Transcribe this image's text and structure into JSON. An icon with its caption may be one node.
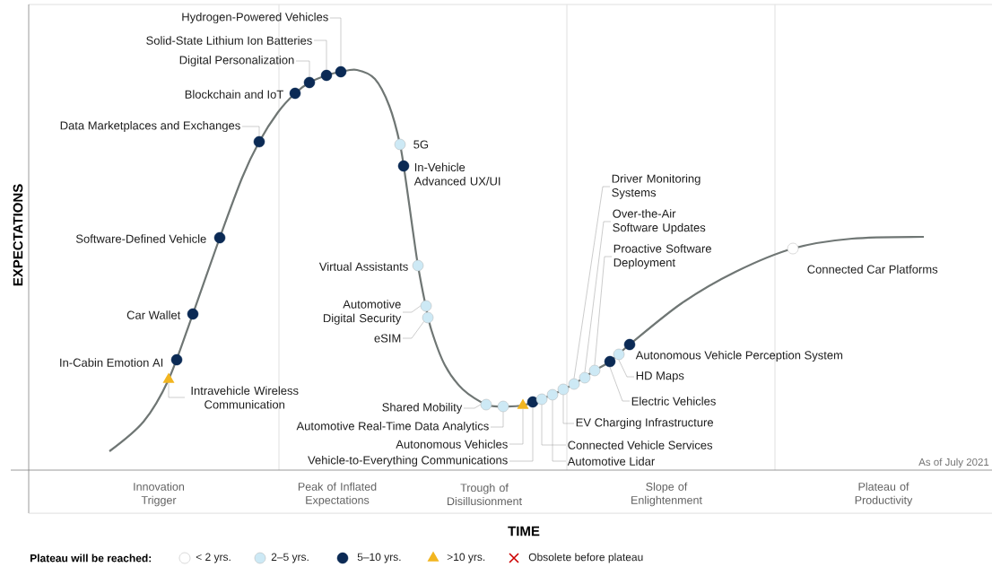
{
  "diagram": {
    "nodes": [
      {
        "text": [
          "Intravehicle Wireless Communication"
        ]
      },
      {
        "text": [],
        "shape": "triangle"
      },
      {
        "text": [
          "In-Cabin Emotion AI"
        ]
      },
      {
        "text": [],
        "shape": "circle"
      },
      {
        "text": [
          "Car Wallet"
        ]
      },
      {
        "text": [],
        "shape": "circle"
      },
      {
        "text": [
          "Software-Defined Vehicle"
        ]
      },
      {
        "text": [],
        "shape": "circle"
      },
      {
        "text": [
          "Data Marketplaces and Exchanges"
        ]
      },
      {
        "text": [],
        "shape": "circle"
      },
      {
        "text": [
          "Blockchain and IoT"
        ]
      },
      {
        "text": [],
        "shape": "circle"
      },
      {
        "text": [
          "Digital Personalization"
        ]
      },
      {
        "text": [],
        "shape": "circle"
      },
      {
        "text": [
          "Solid-State Lithium Ion Batteries"
        ]
      },
      {
        "text": [],
        "shape": "circle"
      },
      {
        "text": [
          "Hydrogen-Powered Vehicles"
        ]
      },
      {
        "text": [],
        "shape": "circle"
      },
      {
        "text": [
          "5G"
        ]
      },
      {
        "text": [],
        "shape": "circle"
      },
      {
        "text": [
          "In-Vehicle Advanced UX/UI"
        ]
      },
      {
        "text": [],
        "shape": "circle"
      },
      {
        "text": [
          "Virtual Assistants"
        ]
      },
      {
        "text": [],
        "shape": "circle"
      },
      {
        "text": [
          "Automotive Digital Security"
        ]
      },
      {
        "text": [],
        "shape": "circle"
      },
      {
        "text": [
          "eSIM"
        ]
      },
      {
        "text": [],
        "shape": "circle"
      },
      {
        "text": [
          "Shared Mobility"
        ]
      },
      {
        "text": [],
        "shape": "circle"
      },
      {
        "text": [
          "Automotive Real-Time Data Analytics"
        ]
      },
      {
        "text": [],
        "shape": "circle"
      },
      {
        "text": [
          "Autonomous Vehicles"
        ]
      },
      {
        "text": [],
        "shape": "triangle"
      },
      {
        "text": [
          "Vehicle-to-Everything Communications"
        ]
      },
      {
        "text": [],
        "shape": "circle"
      },
      {
        "text": [
          "Connected Vehicle Services"
        ]
      },
      {
        "text": [],
        "shape": "circle"
      },
      {
        "text": [
          "Automotive Lidar"
        ]
      },
      {
        "text": [],
        "shape": "circle"
      },
      {
        "text": [
          "EV Charging Infrastructure"
        ]
      },
      {
        "text": [],
        "shape": "circle"
      },
      {
        "text": [
          "Driver Monitoring Systems"
        ]
      },
      {
        "text": [],
        "shape": "circle"
      },
      {
        "text": [
          "Over-the-Air Software Updates"
        ]
      },
      {
        "text": [],
        "shape": "circle"
      },
      {
        "text": [
          "Proactive Software Deployment"
        ]
      },
      {
        "text": [],
        "shape": "circle"
      },
      {
        "text": [
          "Electric Vehicles"
        ]
      },
      {
        "text": [],
        "shape": "circle"
      },
      {
        "text": [
          "HD Maps"
        ]
      },
      {
        "text": [],
        "shape": "circle"
      },
      {
        "text": [
          "Autonomous Vehicle Perception System"
        ]
      },
      {
        "text": [],
        "shape": "circle"
      },
      {
        "text": [
          "Connected Car Platforms"
        ]
      },
      {
        "text": [],
        "shape": "circle"
      }
    ],
    "edges": [
      {
        "from": 0,
        "to": 1,
        "arrow": "none"
      },
      {
        "from": 8,
        "to": 9,
        "arrow": "none"
      },
      {
        "from": 12,
        "to": 13,
        "arrow": "none"
      },
      {
        "from": 14,
        "to": 15,
        "arrow": "none"
      },
      {
        "from": 16,
        "to": 17,
        "arrow": "none"
      },
      {
        "from": 24,
        "to": 25,
        "arrow": "none"
      },
      {
        "from": 26,
        "to": 27,
        "arrow": "none"
      },
      {
        "from": 28,
        "to": 29,
        "arrow": "none"
      },
      {
        "from": 30,
        "to": 31,
        "arrow": "none"
      },
      {
        "from": 32,
        "to": 33,
        "arrow": "none"
      },
      {
        "from": 34,
        "to": 35,
        "arrow": "none"
      },
      {
        "from": 36,
        "to": 37,
        "arrow": "none"
      },
      {
        "from": 38,
        "to": 39,
        "arrow": "none"
      },
      {
        "from": 40,
        "to": 41,
        "arrow": "none"
      },
      {
        "from": 42,
        "to": 43,
        "arrow": "none"
      },
      {
        "from": 44,
        "to": 45,
        "arrow": "none"
      },
      {
        "from": 46,
        "to": 47,
        "arrow": "none"
      },
      {
        "from": 48,
        "to": 49,
        "arrow": "none"
      },
      {
        "from": 50,
        "to": 51,
        "arrow": "none"
      }
    ],
    "labels": [
      "EXPECTATIONS",
      "As of July 2021",
      "Innovation Trigger",
      "Peak of Inflated Expectations",
      "Trough of Disillusionment",
      "Slope of Enlightenment",
      "Plateau of Productivity",
      "TIME",
      "Plateau will be reached:"
    ],
    "legend": [
      {
        "text": "< 2 yrs.",
        "color": "#ffffff"
      },
      {
        "text": "2–5 yrs.",
        "color": "#cde9f5"
      },
      {
        "text": "5–10 yrs.",
        "color": "#0b2a55"
      },
      {
        "text": ">10 yrs.",
        "color": "#f2b51f"
      },
      {
        "text": "Obsolete before plateau"
      }
    ]
  }
}
